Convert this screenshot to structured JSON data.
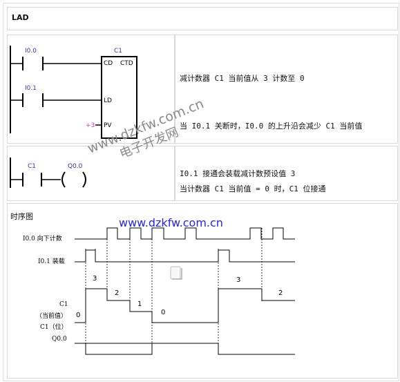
{
  "lad": {
    "header": "LAD",
    "rung1": {
      "contact1": "I0.0",
      "contact2": "I0.1",
      "counter_name": "C1",
      "counter_type": "CTD",
      "pin_cd": "CD",
      "pin_ld": "LD",
      "pin_pv": "PV",
      "pv_value": "+3"
    },
    "rung2": {
      "contact": "C1",
      "coil": "Q0.0"
    }
  },
  "descriptions": {
    "rung1": [
      "减计数器 C1 当前值从 3 计数至 0",
      "当 I0.1 关断时，I0.0 的上升沿会减少 C1 当前值",
      "I0.1 接通会装载减计数预设值 3"
    ],
    "rung2": [
      "当计数器 C1 当前值 = 0 时，C1 位接通"
    ]
  },
  "watermarks": {
    "url": "www.dzkfw.com.cn",
    "site": "电子开发网"
  },
  "timing": {
    "title": "时序图",
    "labels": {
      "i00": "I0.0 向下计数",
      "i01": "I0.1 装载",
      "c1_a": "C1",
      "c1_b": "（当前值）",
      "c1_bit": "C1（位）",
      "q00": "Q0.0"
    },
    "count_values": [
      "0",
      "3",
      "2",
      "1",
      "0",
      "3",
      "2"
    ]
  },
  "colors": {
    "watermark_blue": "#2424e6",
    "watermark_gray": "#8a8a8a",
    "pv_magenta": "#d633c4",
    "line": "#000000"
  }
}
